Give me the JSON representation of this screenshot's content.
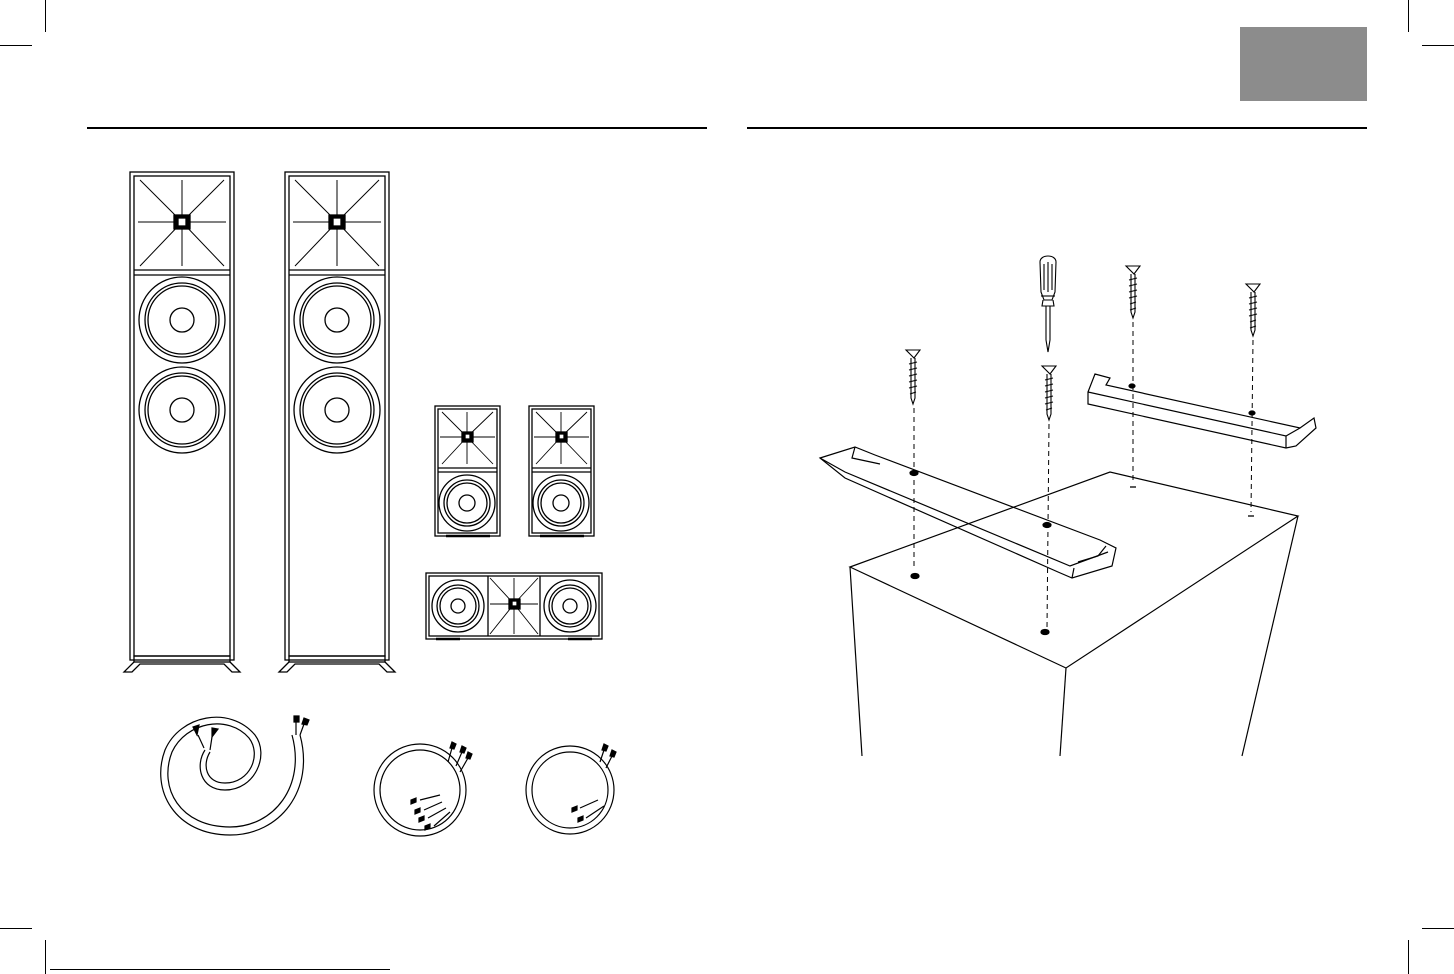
{
  "document": {
    "title": "",
    "section_tab": {
      "label": "",
      "color": "#8c8c8c"
    },
    "left_page": {
      "heading": "",
      "contents": [
        {
          "item": "floorstanding-speaker",
          "count": 2
        },
        {
          "item": "bookshelf-speaker",
          "count": 2
        },
        {
          "item": "center-channel-speaker",
          "count": 1
        },
        {
          "item": "speaker-wire-coil-large",
          "count": 1
        },
        {
          "item": "speaker-wire-coil-medium",
          "count": 1
        },
        {
          "item": "speaker-wire-coil-small",
          "count": 1
        }
      ]
    },
    "right_page": {
      "heading": "",
      "steps": [
        {
          "item": "screwdriver-icon",
          "count": 1
        },
        {
          "item": "wood-screw",
          "count": 4
        },
        {
          "item": "outrigger-foot",
          "count": 2
        },
        {
          "item": "speaker-cabinet-base",
          "count": 1
        }
      ]
    },
    "footer": {
      "text": ""
    },
    "colors": {
      "line": "#000000",
      "tab": "#8c8c8c",
      "background": "#ffffff"
    }
  }
}
